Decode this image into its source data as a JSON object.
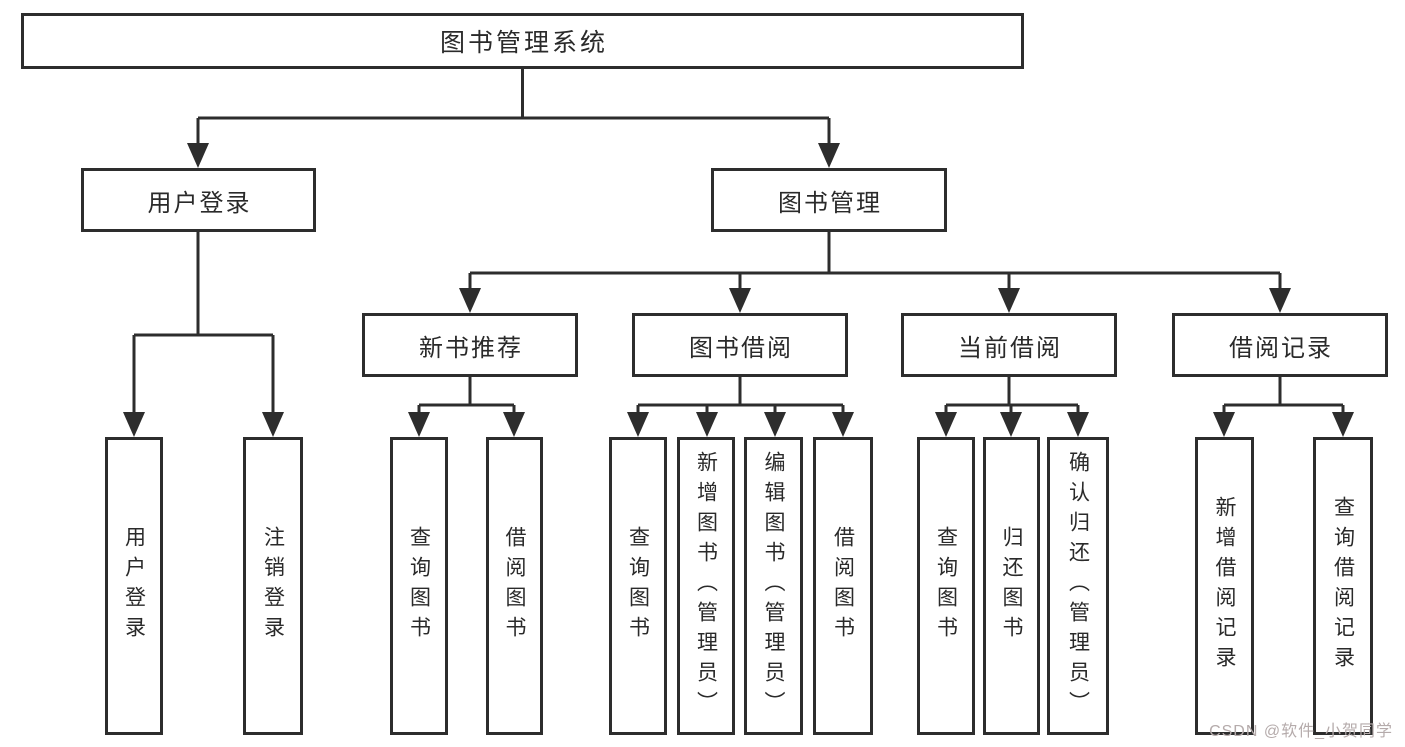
{
  "diagram": {
    "root": {
      "label": "图书管理系统"
    },
    "branches": [
      {
        "label": "用户登录",
        "leaves": [
          {
            "label": "用户登录"
          },
          {
            "label": "注销登录"
          }
        ]
      },
      {
        "label": "图书管理",
        "sections": [
          {
            "label": "新书推荐",
            "leaves": [
              {
                "label": "查询图书"
              },
              {
                "label": "借阅图书"
              }
            ]
          },
          {
            "label": "图书借阅",
            "leaves": [
              {
                "label": "查询图书"
              },
              {
                "label": "新增图书（管理员）"
              },
              {
                "label": "编辑图书（管理员）"
              },
              {
                "label": "借阅图书"
              }
            ]
          },
          {
            "label": "当前借阅",
            "leaves": [
              {
                "label": "查询图书"
              },
              {
                "label": "归还图书"
              },
              {
                "label": "确认归还（管理员）"
              }
            ]
          },
          {
            "label": "借阅记录",
            "leaves": [
              {
                "label": "新增借阅记录"
              },
              {
                "label": "查询借阅记录"
              }
            ]
          }
        ]
      }
    ]
  },
  "watermark": {
    "text": "CSDN @软件_小贺同学"
  },
  "colors": {
    "line": "#2d2d2d",
    "text": "#2a2a2a",
    "watermark": "#b5abab",
    "background": "#ffffff"
  }
}
